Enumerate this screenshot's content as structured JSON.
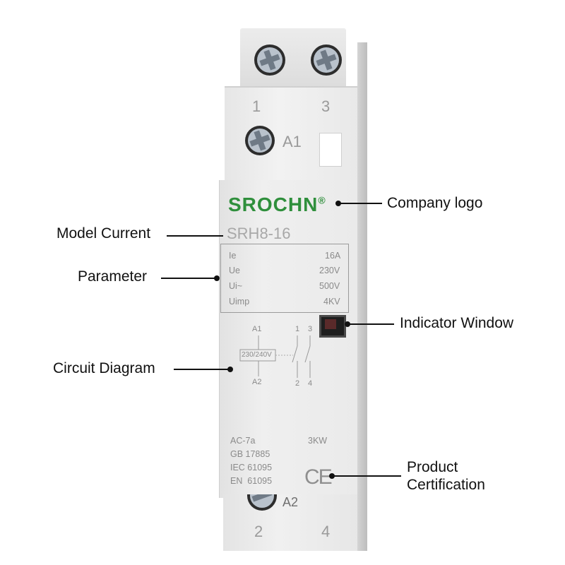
{
  "device": {
    "terminal_top_left": "1",
    "terminal_top_right": "3",
    "coil_terminal_top": "A1",
    "brand": "SROCHN",
    "registered_mark": "®",
    "model": "SRH8-16",
    "parameters": [
      {
        "symbol": "Ie",
        "value": "16A"
      },
      {
        "symbol": "Ue",
        "value": "230V"
      },
      {
        "symbol": "Ui~",
        "value": "500V"
      },
      {
        "symbol": "Uimp",
        "value": "4KV"
      }
    ],
    "diagram": {
      "coil_top": "A1",
      "coil_bottom": "A2",
      "coil_voltage": "230/240V",
      "contact_top_1": "1",
      "contact_top_3": "3",
      "contact_bottom_2": "2",
      "contact_bottom_4": "4"
    },
    "category": "AC-7a",
    "power": "3KW",
    "standards": [
      "GB 17885",
      "IEC 61095",
      "EN  61095"
    ],
    "coil_terminal_bottom": "A2",
    "terminal_bottom_left": "2",
    "terminal_bottom_right": "4",
    "ce_mark": "CE"
  },
  "callouts": {
    "company_logo": "Company logo",
    "model_current": "Model Current",
    "parameter": "Parameter",
    "indicator_window": "Indicator Window",
    "circuit_diagram": "Circuit Diagram",
    "product_certification_line1": "Product",
    "product_certification_line2": "Certification"
  }
}
